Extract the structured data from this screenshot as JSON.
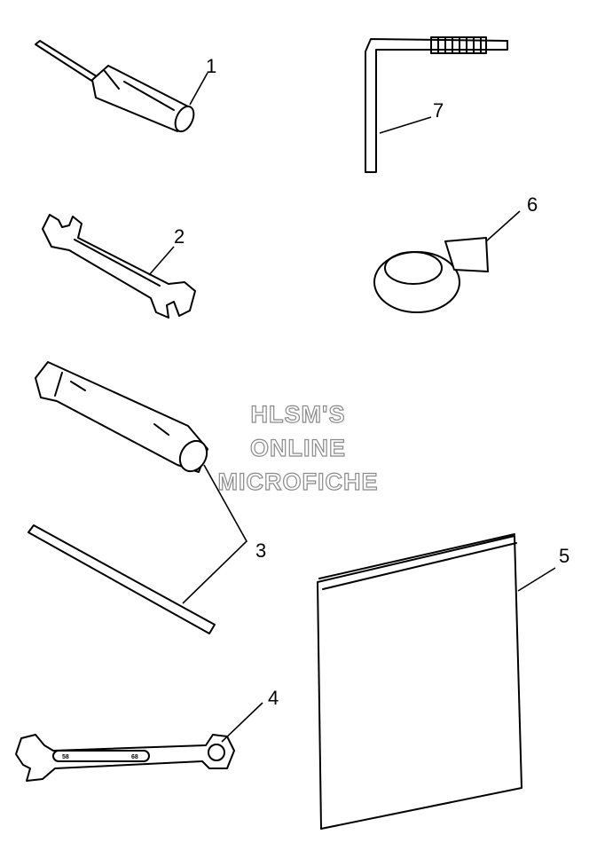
{
  "callouts": [
    "1",
    "2",
    "3",
    "4",
    "5",
    "6",
    "7"
  ],
  "watermark": {
    "lines": [
      "HLSM'S",
      "ONLINE",
      "MICROFICHE"
    ]
  },
  "wrench_marks": {
    "left": "58",
    "right": "68"
  },
  "colors": {
    "ink": "#000000",
    "background": "#ffffff",
    "watermark_outline": "#8a8a8a"
  }
}
